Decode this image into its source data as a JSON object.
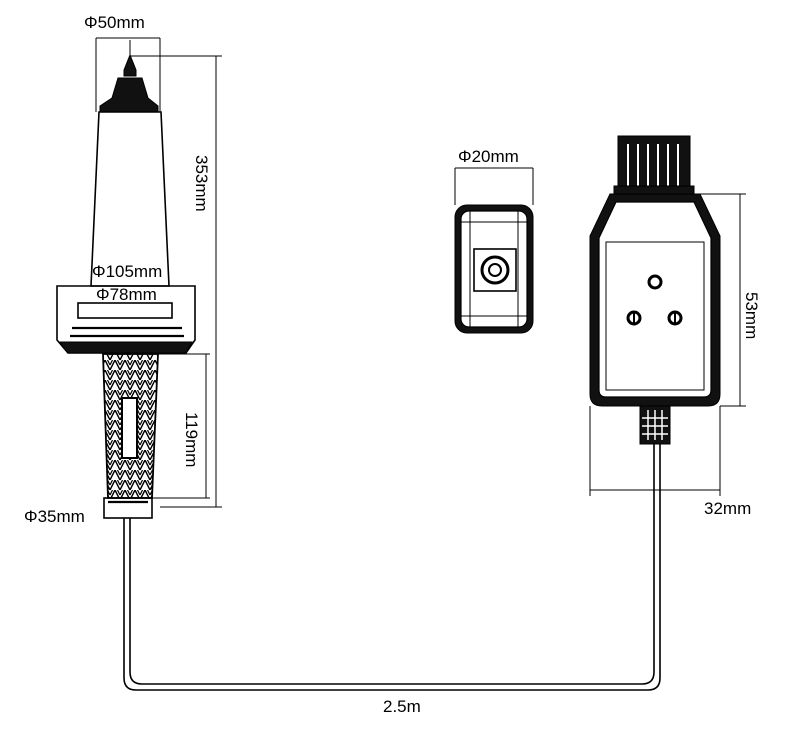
{
  "dimensions": {
    "probe_tip_diameter": "Φ50mm",
    "probe_total_length": "353mm",
    "flange_outer_diameter": "Φ105mm",
    "flange_inner_diameter": "Φ78mm",
    "handle_length": "119mm",
    "handle_end_diameter": "Φ35mm",
    "connector_diameter": "Φ20mm",
    "box_height": "53mm",
    "box_width": "32mm",
    "cable_length": "2.5m"
  }
}
